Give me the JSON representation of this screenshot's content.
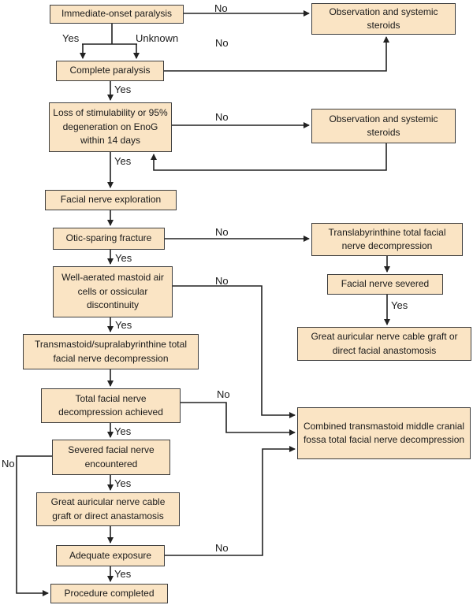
{
  "diagram": {
    "type": "flowchart",
    "nodes": {
      "immediate_onset": "Immediate-onset paralysis",
      "observation_steroids_1": "Observation and systemic steroids",
      "complete_paralysis": "Complete paralysis",
      "enog_degeneration": "Loss of stimulability or 95% degeneration on EnoG within 14 days",
      "observation_steroids_2": "Observation and systemic steroids",
      "facial_nerve_exploration": "Facial nerve exploration",
      "otic_sparing_fracture": "Otic-sparing fracture",
      "translabyrinthine_decompression": "Translabyrinthine total facial nerve decompression",
      "well_aerated_mastoid": "Well-aerated mastoid air cells or ossicular discontinuity",
      "facial_nerve_severed": "Facial nerve severed",
      "transmastoid_decompression": "Transmastoid/supralabyrinthine total facial nerve decompression",
      "graft_or_facial_anastomosis": "Great auricular nerve cable graft or direct facial anastomosis",
      "total_decompression_achieved": "Total facial nerve decompression achieved",
      "combined_decompression": "Combined transmastoid middle cranial fossa total facial nerve decompression",
      "severed_nerve_encountered": "Severed facial nerve encountered",
      "graft_or_anastamosis": "Great auricular nerve cable graft or direct anastamosis",
      "adequate_exposure": "Adequate exposure",
      "procedure_completed": "Procedure completed"
    },
    "edge_labels": {
      "yes": "Yes",
      "no": "No",
      "unknown": "Unknown"
    },
    "colors": {
      "node_fill": "#fae4c4",
      "node_border": "#3d3d3d",
      "connector": "#222222",
      "text": "#1a1a1a",
      "background": "#ffffff"
    }
  }
}
